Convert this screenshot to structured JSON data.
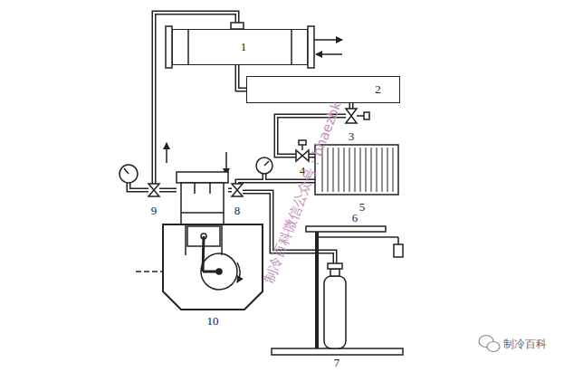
{
  "diagram": {
    "nodes": [
      {
        "text": [
          "1"
        ]
      },
      {
        "text": [
          "2"
        ]
      }
    ],
    "edges": [
      {
        "from": 0,
        "to": 1,
        "arrow": "none"
      }
    ],
    "labels": [
      "3",
      "4",
      "5",
      "6",
      "7",
      "8",
      "9",
      "10",
      "制冷百科微信公众号：bhaezbk",
      "制冷百科"
    ]
  }
}
